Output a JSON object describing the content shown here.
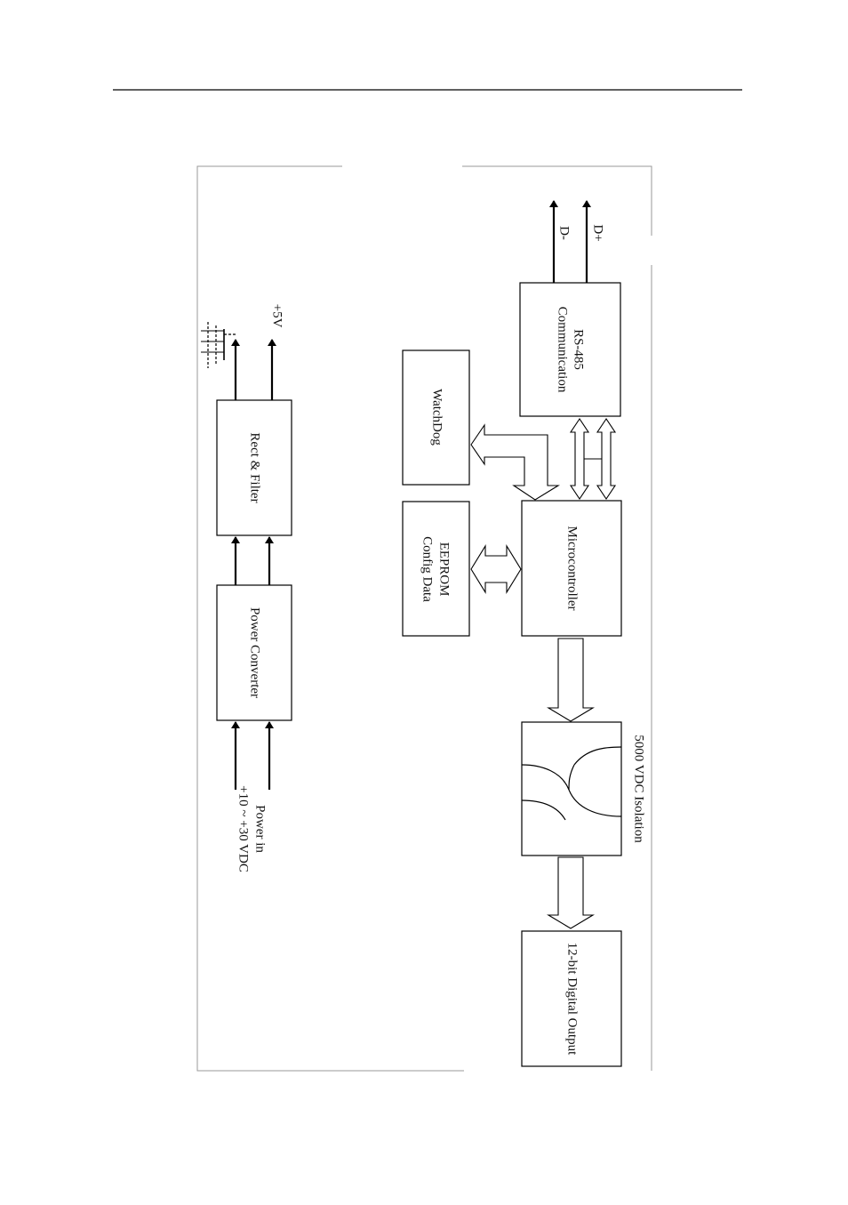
{
  "blocks": {
    "power_converter": "Power Converter",
    "rect_filter": "Rect & Filter",
    "watchdog": "WatchDog",
    "eeprom_line1": "EEPROM",
    "eeprom_line2": "Config Data",
    "microcontroller": "Microcontroller",
    "rs485_line1": "RS-485",
    "rs485_line2": "Communication",
    "digital_output": "12-bit Digital Output"
  },
  "labels": {
    "plus5v": "+5V",
    "power_in_line1": "Power in",
    "power_in_line2": "+10 ~ +30 VDC",
    "d_minus": "D-",
    "d_plus": "D+",
    "isolation": "5000 VDC Isolation"
  }
}
